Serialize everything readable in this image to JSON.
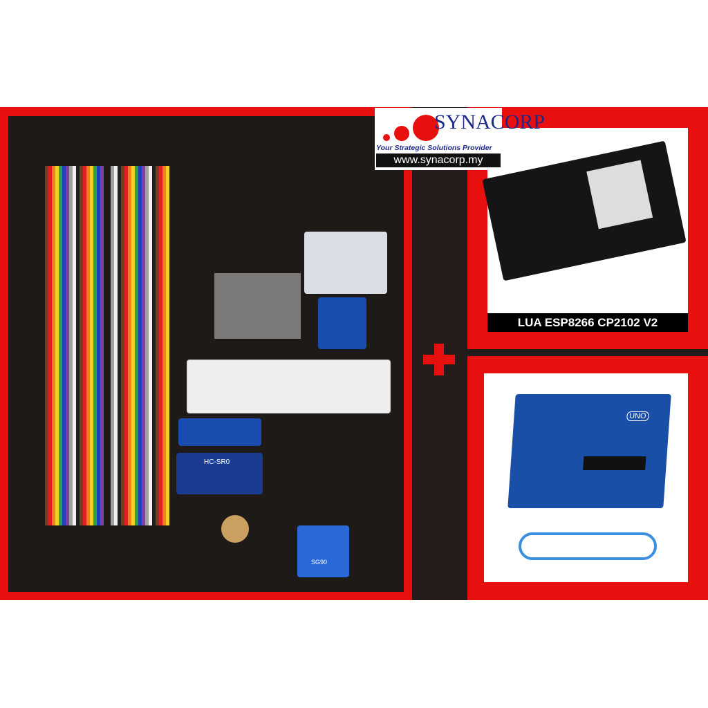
{
  "logo": {
    "name": "SYNACORP",
    "tagline": "Your Strategic Solutions Provider",
    "url": "www.synacorp.my"
  },
  "products": {
    "nodemcu_label": "LUA ESP8266 CP2102 V2",
    "uno_marking": "UNO",
    "ultrasonic_marking": "HC-SR0",
    "servo_marking": "SG90"
  },
  "colors": {
    "frame": "#e8100f",
    "panel": "#1e1a18",
    "logo_blue": "#1b2a8a"
  },
  "wire_colors": [
    "#7a3b1e",
    "#e02020",
    "#f08020",
    "#f0d020",
    "#30a040",
    "#2040c0",
    "#8040a0",
    "#a0a0a0",
    "#f0f0f0",
    "#202020"
  ]
}
